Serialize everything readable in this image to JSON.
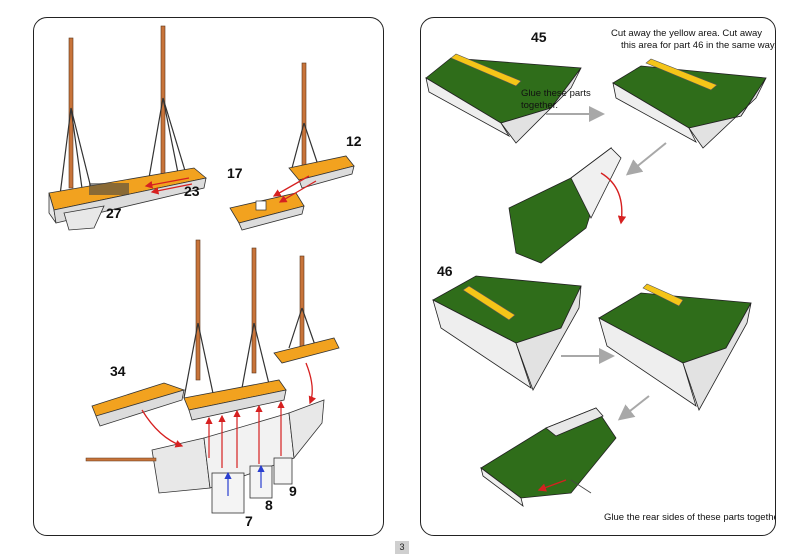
{
  "page_number": "3",
  "left_panel": {
    "labels": {
      "p27": "27",
      "p23": "23",
      "p17": "17",
      "p12": "12",
      "p34": "34",
      "p7": "7",
      "p8": "8",
      "p9": "9"
    }
  },
  "right_panel": {
    "labels": {
      "p45": "45",
      "p46": "46"
    },
    "notes": {
      "cut_line1": "Cut away the yellow area. Cut away",
      "cut_line2": "this area for part 46 in the same way.",
      "glue_line1": "Glue these parts",
      "glue_line2": "together.",
      "glue_rear": "Glue the rear sides of these parts together."
    }
  },
  "colors": {
    "orange": "#f2a21f",
    "mast": "#c8743a",
    "green": "#2f6d1a",
    "yellow": "#f5c518",
    "arrow_red": "#d62020",
    "arrow_blue": "#2a3fd0",
    "arrow_grey": "#a8a8a8",
    "hull": "#e8e8e8"
  }
}
